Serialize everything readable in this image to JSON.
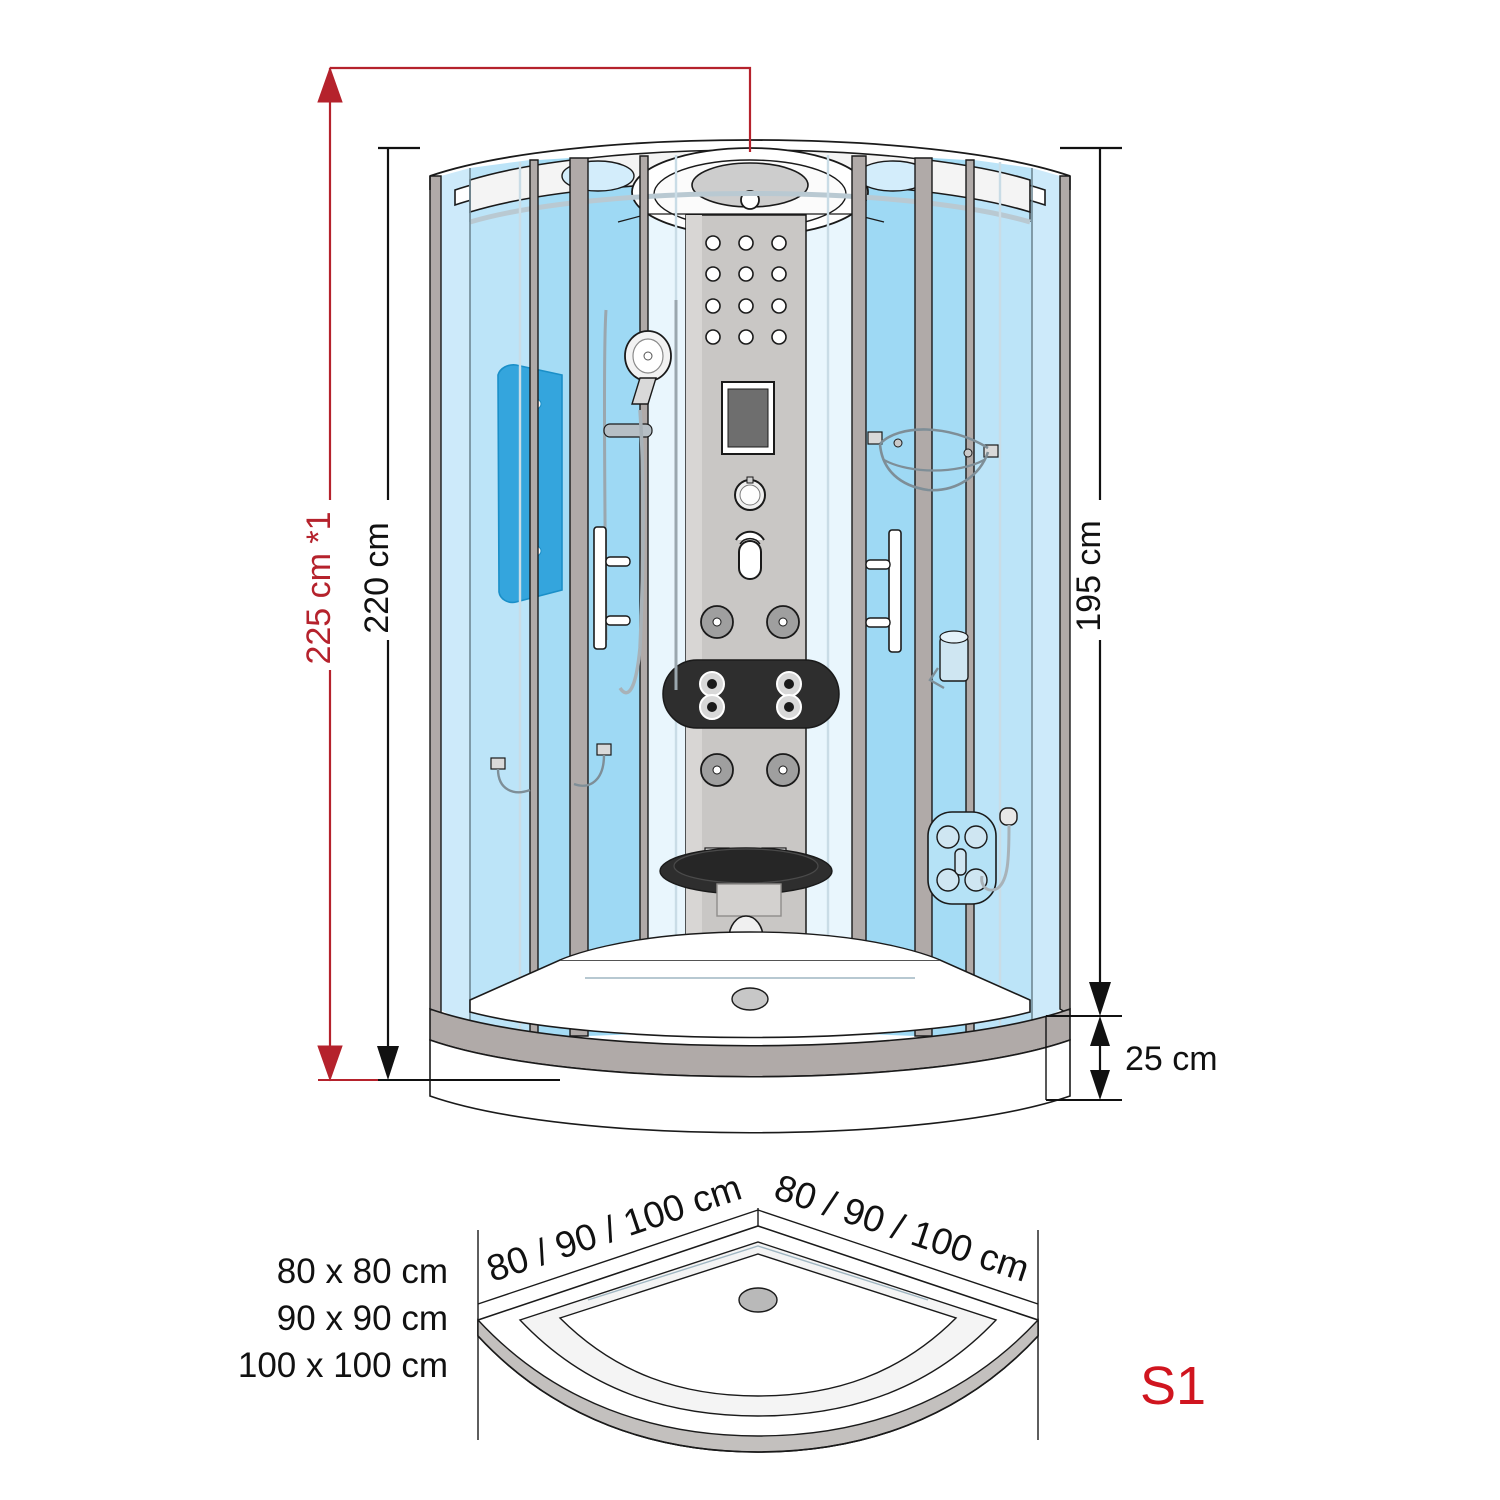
{
  "drawing": {
    "title": "Shower cabin technical dimension drawing",
    "product_code": "S1",
    "colors": {
      "glass": "#a5dcf5",
      "glass_light": "#cdeafa",
      "glass_mid": "#8fd3f2",
      "frame_gray": "#b0aaa8",
      "frame_gray_dark": "#9b9694",
      "panel_gray": "#c9c7c5",
      "panel_gray_light": "#d8d6d4",
      "black_panel": "#2e2e2e",
      "backrest_blue": "#34a5dd",
      "dimension_red": "#b5222c",
      "dimension_black": "#111111",
      "tray_white": "#ffffff",
      "outline": "#1a1a1a",
      "code_red": "#d0151f"
    },
    "dimensions": {
      "total_height_red": "225 cm *1",
      "cabin_height": "220 cm",
      "glass_height": "195 cm",
      "tray_height": "25 cm",
      "footprint_left": "80 / 90 / 100 cm",
      "footprint_right": "80 / 90 / 100 cm"
    },
    "size_options": [
      "80 x 80 cm",
      "90 x 90 cm",
      "100 x 100 cm"
    ],
    "parts": {
      "roof": "curved-roof",
      "ceiling_rain_shower": "rain-shower-head",
      "ceiling_lights": "ceiling-light",
      "ceiling_speaker": "ceiling-speaker",
      "control_panel": "shower-control-panel",
      "display": "control-display",
      "knob": "control-knob",
      "mixer": "mixer-lever",
      "body_jets": "body-massage-jet",
      "black_jet_panel": "black-jet-panel",
      "seat": "folding-seat",
      "steam_outlet": "steam-outlet",
      "handheld_shower": "handheld-shower-head",
      "slide_rail": "shower-slide-rail",
      "door_handle": "door-handle",
      "wire_shelf": "wire-shelf",
      "backrest": "backrest-panel",
      "side_jet_panel": "side-jet-panel",
      "drain": "floor-drain",
      "tray": "shower-tray"
    }
  }
}
